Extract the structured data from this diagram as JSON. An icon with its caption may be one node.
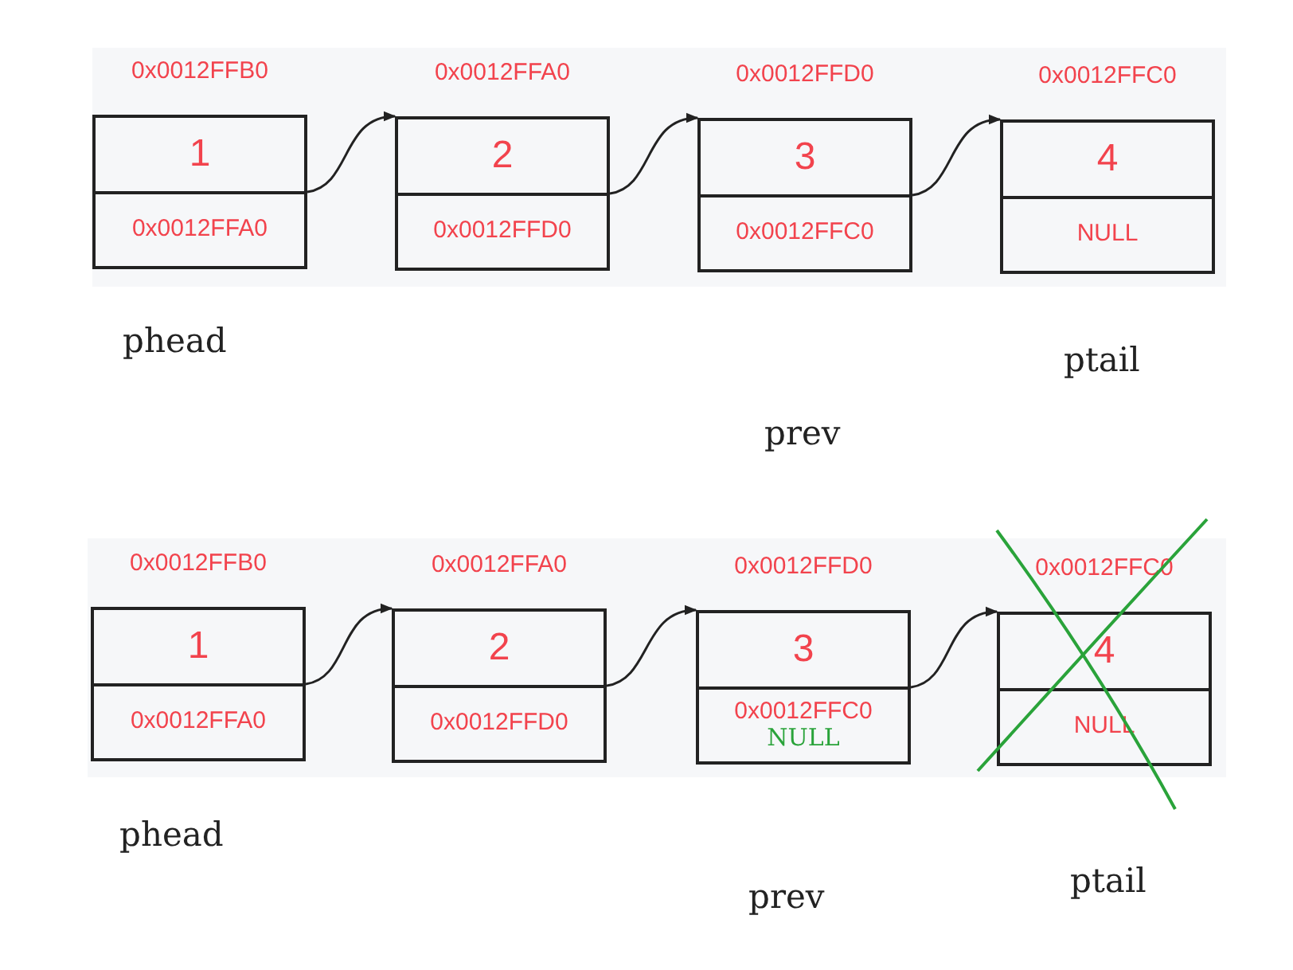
{
  "diagram": {
    "nodes": [
      {
        "text": [
          "1",
          "0x0012FFA0"
        ],
        "beside": [
          "0x0012FFB0"
        ]
      },
      {
        "text": [
          "2",
          "0x0012FFD0"
        ],
        "beside": [
          "0x0012FFA0"
        ]
      },
      {
        "text": [
          "3",
          "0x0012FFC0"
        ],
        "beside": [
          "0x0012FFD0"
        ]
      },
      {
        "text": [
          "4",
          "NULL"
        ],
        "beside": [
          "0x0012FFC0"
        ]
      },
      {
        "text": [
          "1",
          "0x0012FFA0"
        ],
        "beside": [
          "0x0012FFB0"
        ]
      },
      {
        "text": [
          "2",
          "0x0012FFD0"
        ],
        "beside": [
          "0x0012FFA0"
        ]
      },
      {
        "text": [
          "3",
          "0x0012FFC0",
          "NULL"
        ],
        "beside": [
          "0x0012FFD0"
        ]
      },
      {
        "text": [
          "4",
          "NULL"
        ],
        "beside": [
          "0x0012FFC0"
        ]
      }
    ],
    "edges": [
      {
        "from": 0,
        "to": 1,
        "arrow": "to"
      },
      {
        "from": 1,
        "to": 2,
        "arrow": "to"
      },
      {
        "from": 2,
        "to": 3,
        "arrow": "to"
      },
      {
        "from": 4,
        "to": 5,
        "arrow": "to"
      },
      {
        "from": 5,
        "to": 6,
        "arrow": "to"
      },
      {
        "from": 6,
        "to": 7,
        "arrow": "to"
      }
    ],
    "labels": [
      "phead",
      "ptail",
      "prev",
      "phead",
      "ptail",
      "prev"
    ]
  }
}
